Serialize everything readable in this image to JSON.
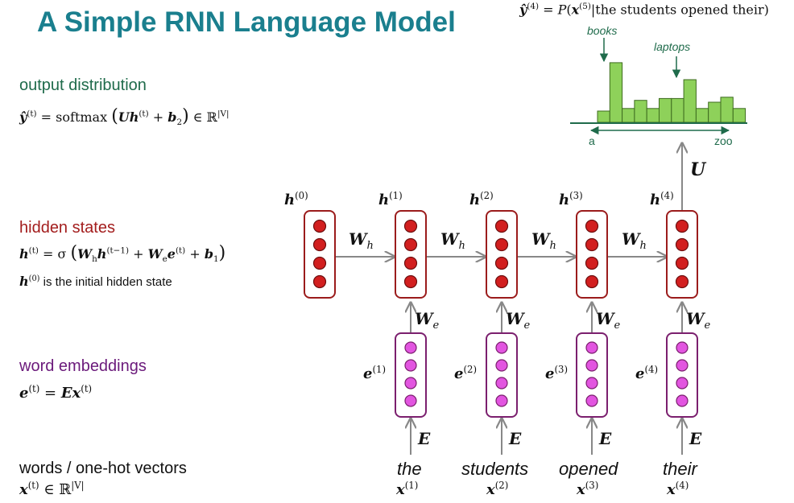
{
  "title": "A Simple RNN Language Model",
  "left": {
    "output_heading": "output distribution",
    "output_eq": "ŷ(t) = softmax (Uh(t) + b₂) ∈ ℝ|V|",
    "hidden_heading": "hidden states",
    "hidden_eq": "h(t) = σ (Wₕh(t−1) + Wₑe(t) + b₁)",
    "hidden_note_sym": "h(0)",
    "hidden_note": "is the initial hidden state",
    "emb_heading": "word embeddings",
    "emb_eq": "e(t) = Ex(t)",
    "words_heading": "words / one-hot vectors",
    "words_eq": "x(t) ∈ ℝ|V|"
  },
  "top_eq": "ŷ(4) = P(x(5)|the students opened their)",
  "histogram": {
    "label_books": "books",
    "label_laptops": "laptops",
    "axis_start": "a",
    "axis_end": "zoo",
    "bars": [
      0.18,
      0.95,
      0.22,
      0.35,
      0.22,
      0.38,
      0.38,
      0.68,
      0.22,
      0.32,
      0.4,
      0.22
    ]
  },
  "diagram": {
    "U_label": "U",
    "Wh_label": "Wₕ",
    "We_label": "Wₑ",
    "E_label": "E",
    "hidden_labels": [
      "h(0)",
      "h(1)",
      "h(2)",
      "h(3)",
      "h(4)"
    ],
    "emb_labels": [
      "e(1)",
      "e(2)",
      "e(3)",
      "e(4)"
    ],
    "words": [
      "the",
      "students",
      "opened",
      "their"
    ],
    "x_labels": [
      "x(1)",
      "x(2)",
      "x(3)",
      "x(4)"
    ]
  },
  "colors": {
    "title": "#1a7f8e",
    "hidden": "#a31d1d",
    "embedding_border": "#7b1f6e",
    "embedding_fill": "#e255e0",
    "histogram_fill": "#8ed15a",
    "axis": "#1f6b4b"
  }
}
